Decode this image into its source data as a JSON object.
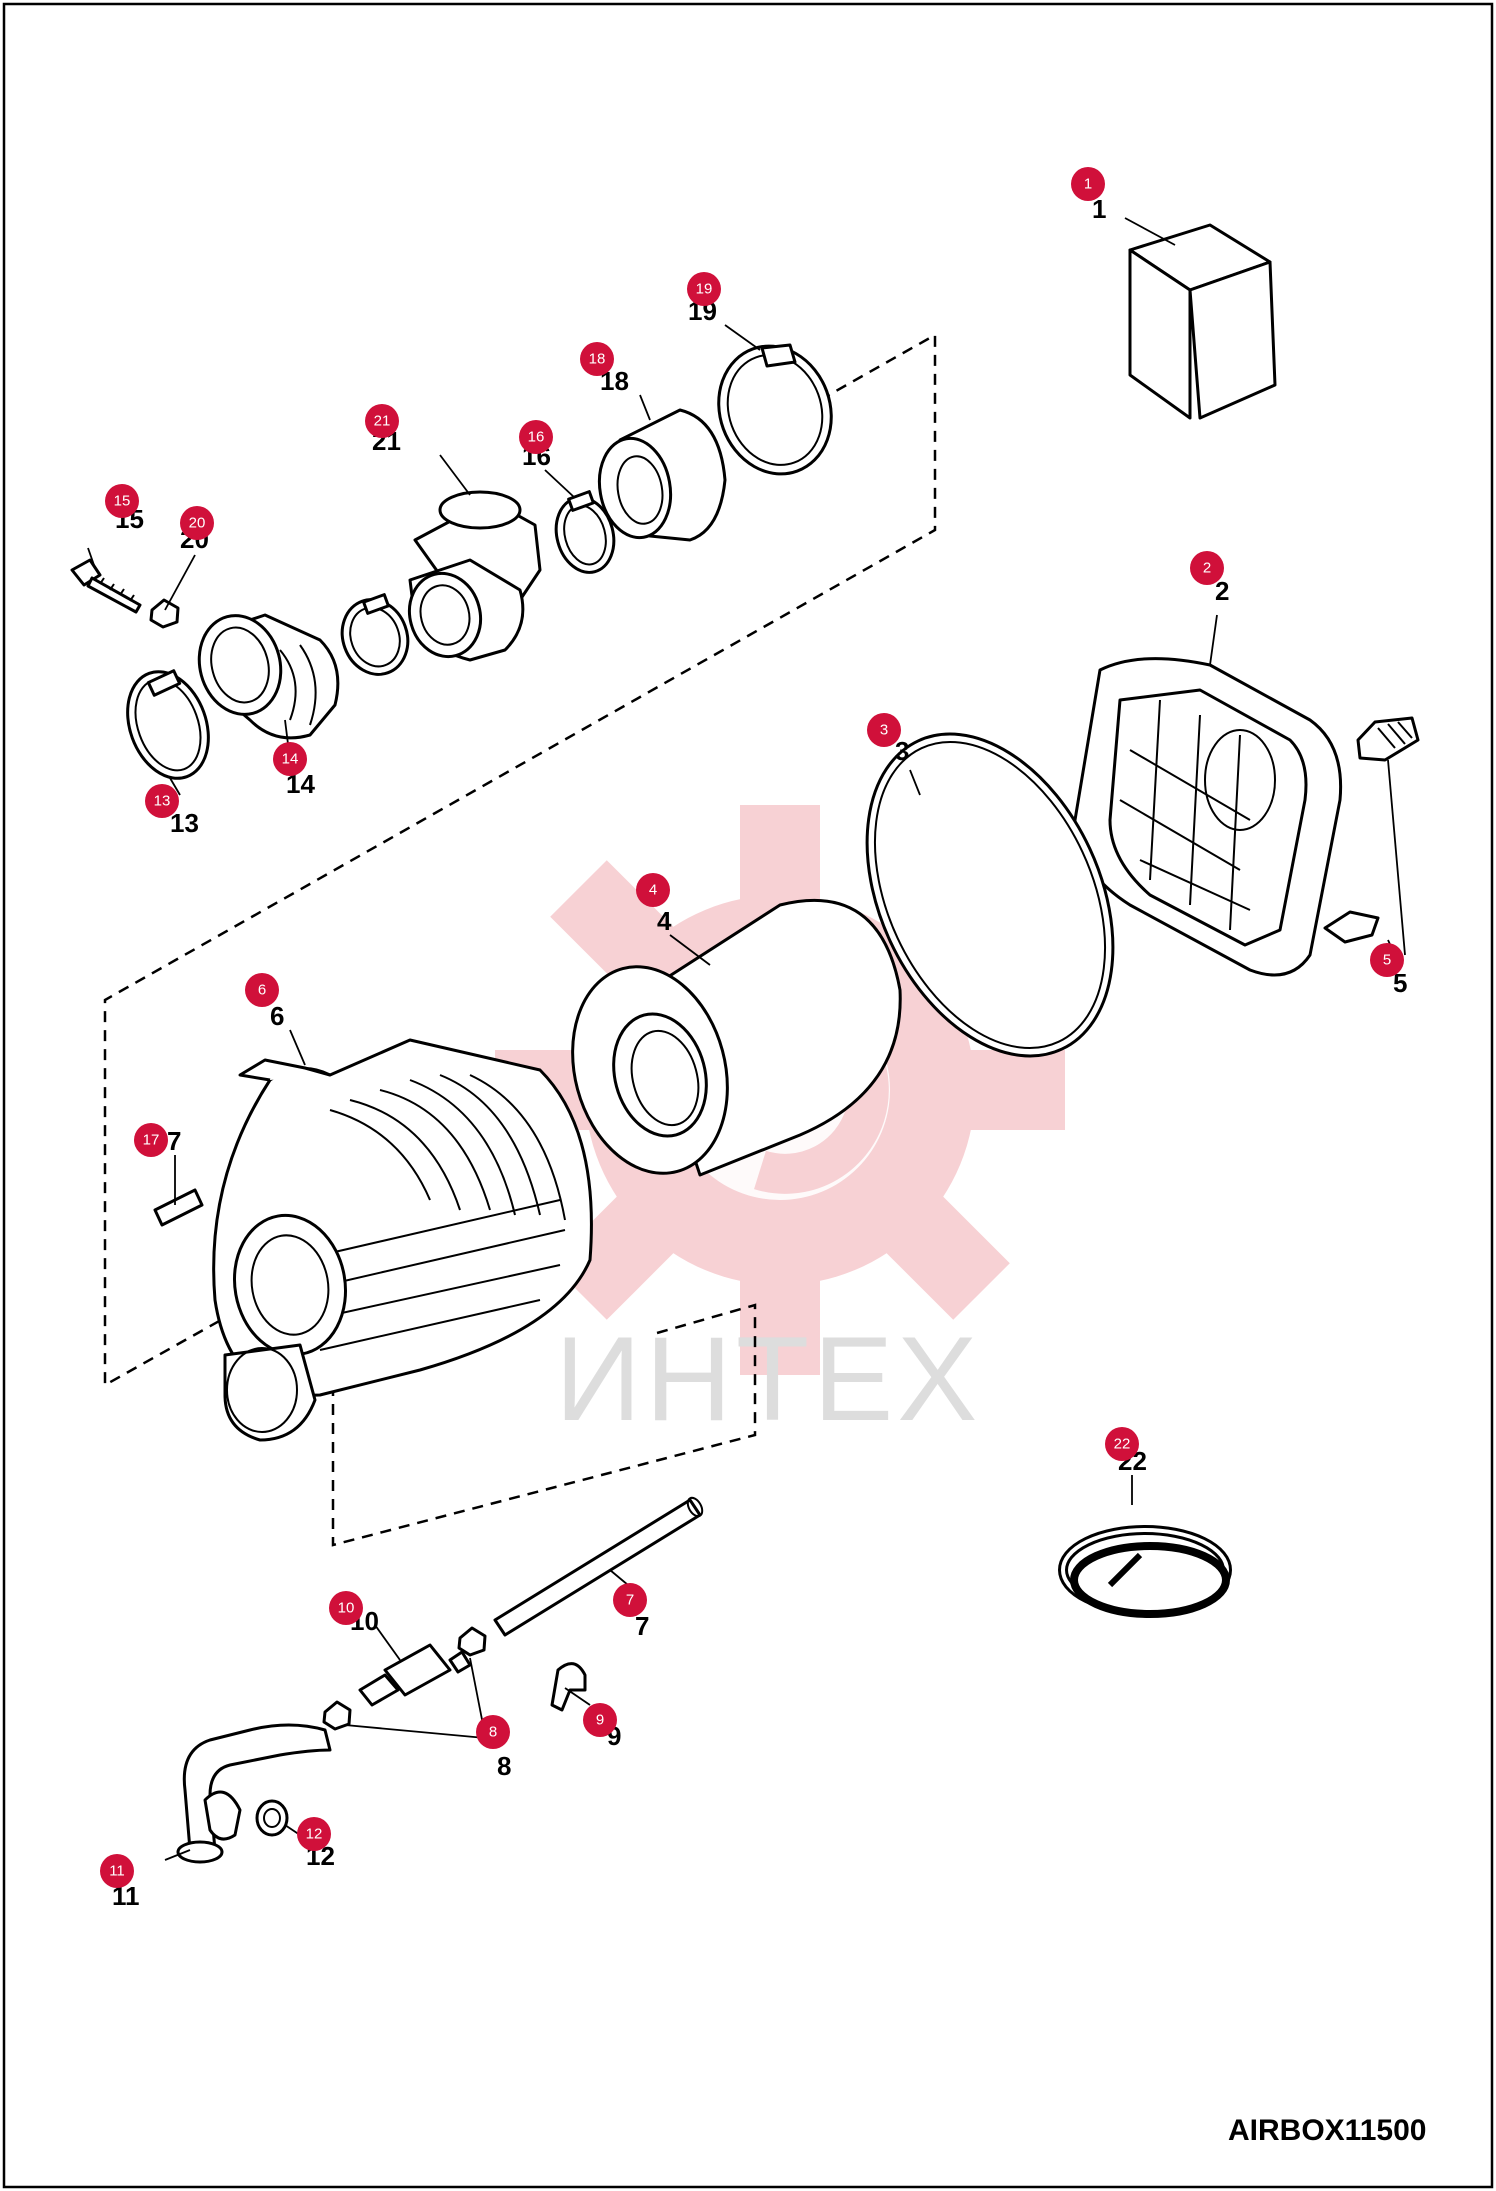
{
  "diagram_code": "AIRBOX11500",
  "watermark_text": "ИНТЕХ",
  "colors": {
    "badge": "#d0103a",
    "watermark": "#f6c9cd",
    "line": "#000000"
  },
  "callouts": [
    {
      "badge": "1",
      "label": "1"
    },
    {
      "badge": "2",
      "label": "2"
    },
    {
      "badge": "3",
      "label": "3"
    },
    {
      "badge": "4",
      "label": "4"
    },
    {
      "badge": "5",
      "label": "5"
    },
    {
      "badge": "6",
      "label": "6"
    },
    {
      "badge": "17",
      "label": "7"
    },
    {
      "badge": "7",
      "label": "7"
    },
    {
      "badge": "8",
      "label": "8"
    },
    {
      "badge": "9",
      "label": "9"
    },
    {
      "badge": "10",
      "label": "10"
    },
    {
      "badge": "11",
      "label": "11"
    },
    {
      "badge": "12",
      "label": "12"
    },
    {
      "badge": "13",
      "label": "13"
    },
    {
      "badge": "14",
      "label": "14"
    },
    {
      "badge": "15",
      "label": "15"
    },
    {
      "badge": "20",
      "label": "20"
    },
    {
      "badge": "21",
      "label": "21"
    },
    {
      "badge": "16",
      "label": "16"
    },
    {
      "badge": "18",
      "label": "18"
    },
    {
      "badge": "19",
      "label": "19"
    },
    {
      "badge": "22",
      "label": "22"
    }
  ]
}
